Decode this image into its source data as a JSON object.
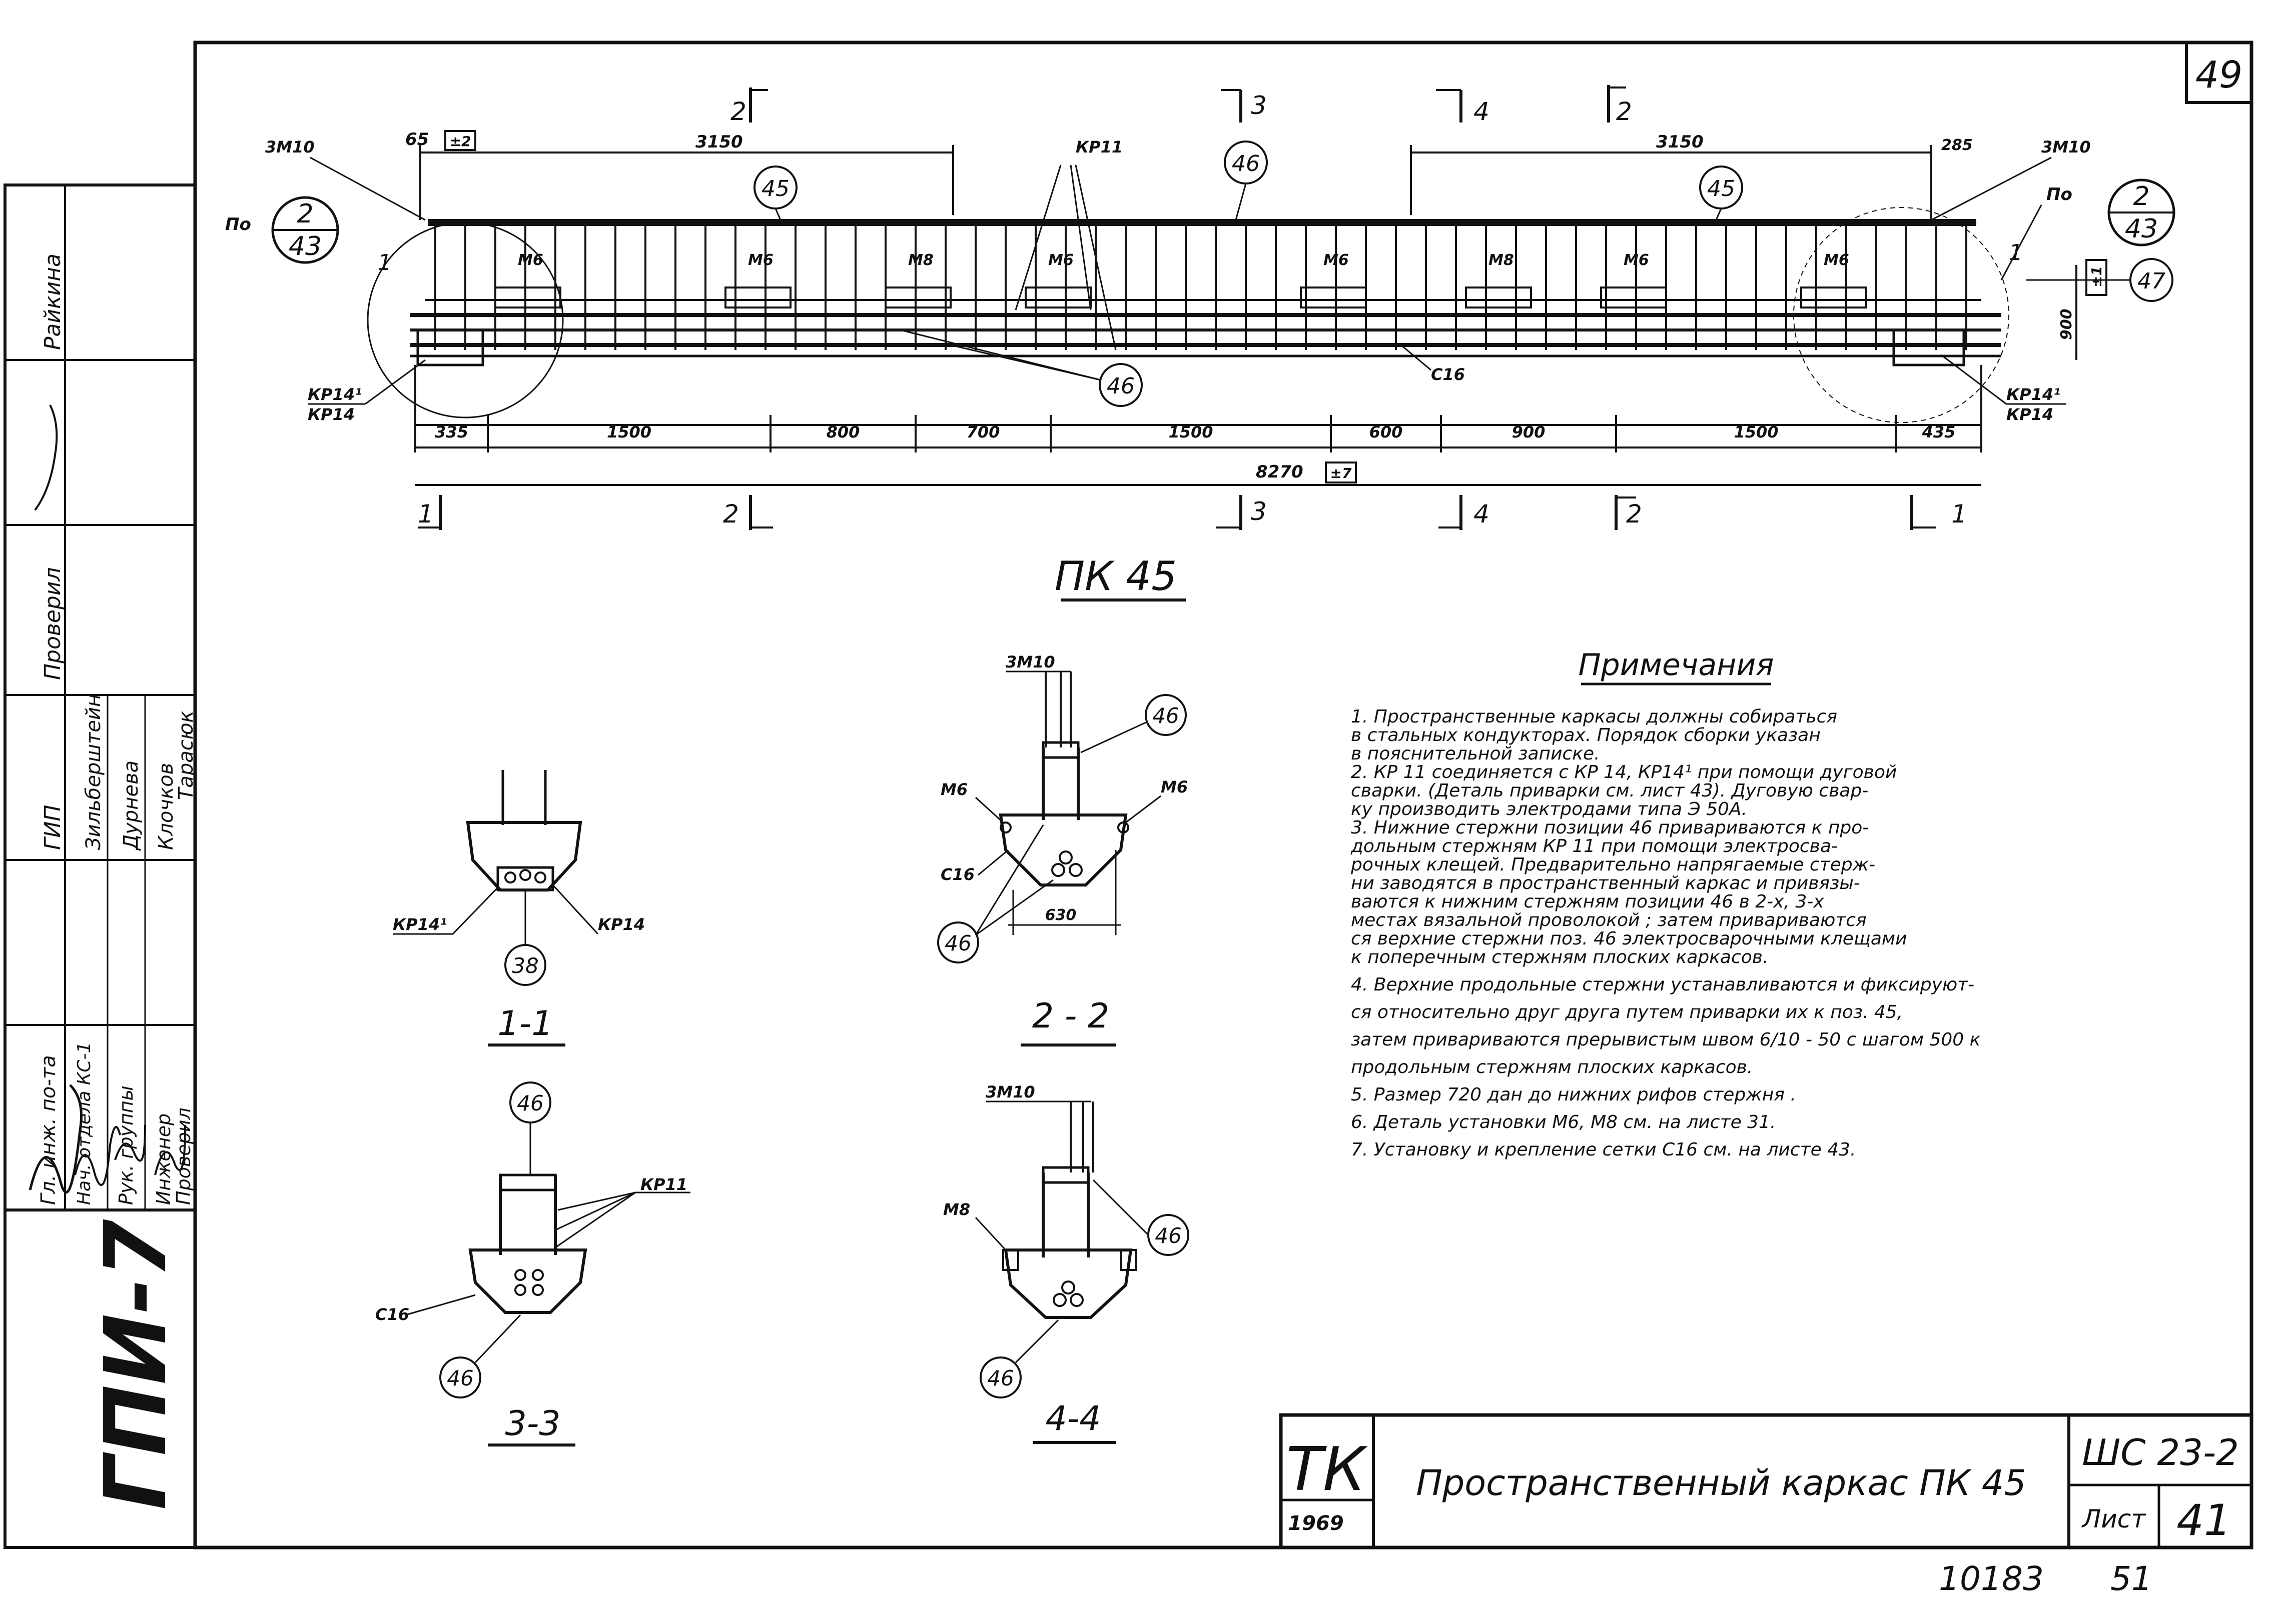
{
  "sheet_number_corner": "49",
  "title": "ПК 45",
  "dims": {
    "left_top_65": "65",
    "left_top_box": "±2",
    "left_3150": "3150",
    "right_3150": "3150",
    "right_top_285": "285",
    "overall": "8270",
    "overall_box": "±7",
    "height": "900",
    "height_box": "±1",
    "bottom_segments": [
      "335",
      "1500",
      "800",
      "700",
      "1500",
      "600",
      "900",
      "1500",
      "435"
    ]
  },
  "labels": {
    "zm10_left": "3М10",
    "zm10_right": "3М10",
    "kp11": "КР11",
    "kp14a_left": "КР14¹",
    "kp14_left": "КР14",
    "kp14a_right": "КР14¹",
    "kp14_right": "КР14",
    "c16": "С16",
    "po_left": "По",
    "po_right": "По",
    "frac_num": "2",
    "frac_den": "43",
    "mark_one": "1",
    "m6": "М6",
    "m8": "М8"
  },
  "bubbles": {
    "b45_left": "45",
    "b45_right": "45",
    "b46_top": "46",
    "b46_bottom": "46",
    "b47": "47"
  },
  "cuts": {
    "c1": "1",
    "c2": "2",
    "c3": "3",
    "c4": "4"
  },
  "sections": {
    "s11": {
      "label": "1-1",
      "left": "КР14¹",
      "right": "КР14",
      "bubble": "38"
    },
    "s22": {
      "label": "2 - 2",
      "top": "3М10",
      "bubble": "46",
      "m6_left": "М6",
      "m6_right": "М6",
      "c16": "С16",
      "dim": "630",
      "bubble_bottom": "46"
    },
    "s33": {
      "label": "3-3",
      "bubble_top": "46",
      "kp11": "КР11",
      "c16": "С16",
      "bubble_bottom": "46"
    },
    "s44": {
      "label": "4-4",
      "top": "3М10",
      "m8": "М8",
      "bubble": "46",
      "bubble_bottom": "46"
    }
  },
  "notes": {
    "heading": "Примечания",
    "lines": [
      "1. Пространственные  каркасы должны собираться",
      "   в стальных  кондукторах. Порядок  сборки указан",
      "   в пояснительной   записке.",
      "2. КР 11 соединяется   с КР 14, КР14¹ при помощи дуговой",
      "   сварки. (Деталь  приварки  см. лист 43). Дуговую свар-",
      "   ку производить  электродами типа Э 50А.",
      "3. Нижние  стержни  позиции  46 привариваются к про-",
      "   дольным   стержням   КР 11  при помощи электросва-",
      "   рочных   клещей.  Предварительно напрягаемые стерж-",
      "   ни  заводятся  в пространственный  каркас  и привязы-",
      "   ваются  к  нижним  стержням  позиции  46 в 2-х, 3-х",
      "   местах  вязальной  проволокой ; затем привариваются",
      "   ся верхние  стержни    поз. 46 электросварочными клещами",
      "   к поперечным  стержням  плоских  каркасов.",
      "4. Верхние продольные  стержни  устанавливаются и фиксируют-",
      "   ся  относительно  друг друга  путем приварки их к поз. 45,",
      "   затем привариваются прерывистым швом 6/10 - 50 с шагом 500 к",
      "   продольным  стержням  плоских  каркасов.",
      "5. Размер 720 дан  до нижних рифов  стержня .",
      "6. Деталь установки  М6, М8 см. на  листе  31.",
      "7. Установку и крепление  сетки  С16 см. на  листе 43."
    ]
  },
  "title_block": {
    "tk": "ТК",
    "year": "1969",
    "name": "Пространственный каркас ПК 45",
    "series": "ШС 23-2",
    "sheet_label": "Лист",
    "sheet_value": "41",
    "below_left": "10183",
    "below_right": "51"
  },
  "side_strip": {
    "org": "ГПИ-7",
    "roles": [
      "Гл. инж. по-та",
      "Нач. отдела КС-1",
      "Рук. группы",
      "Инженер",
      "Проверил"
    ],
    "names": [
      "Зильберштейн",
      "Дурнева",
      "Клочков",
      "Тарасюк"
    ],
    "heads": [
      "ГИП",
      "Проверил",
      "Райкина"
    ]
  }
}
